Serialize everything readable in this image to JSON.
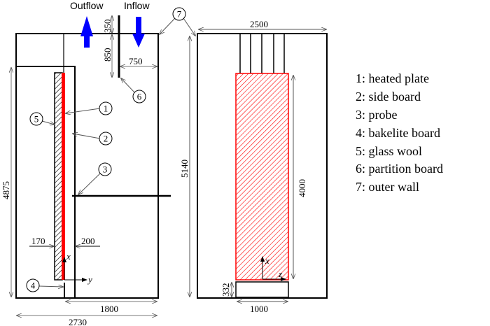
{
  "flow": {
    "outflow": "Outflow",
    "inflow": "Inflow"
  },
  "left_dims": {
    "d350": "350",
    "d850": "850",
    "d750": "750",
    "d4875": "4875",
    "d170": "170",
    "d200": "200",
    "d1800": "1800",
    "d2730": "2730"
  },
  "right_dims": {
    "d2500": "2500",
    "d5140": "5140",
    "d4000": "4000",
    "d332": "332",
    "d1000": "1000"
  },
  "axes": {
    "x": "x",
    "y": "y",
    "z": "z"
  },
  "callouts": [
    "1",
    "2",
    "3",
    "4",
    "5",
    "6",
    "7"
  ],
  "legend": [
    "1: heated plate",
    "2: side board",
    "3: probe",
    "4: bakelite board",
    "5: glass wool",
    "6: partition board",
    "7: outer wall"
  ],
  "colors": {
    "plate": "#ff0000",
    "arrow": "#0000ff"
  }
}
